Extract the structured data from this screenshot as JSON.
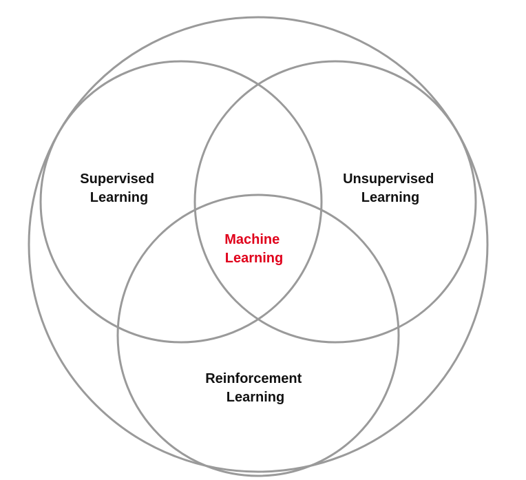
{
  "colors": {
    "ring_stroke": "#9a9a9a",
    "label_text": "#111111",
    "center_text": "#e0001b",
    "background": "#ffffff"
  },
  "labels": {
    "supervised": [
      "Supervised",
      "Learning"
    ],
    "unsupervised": [
      "Unsupervised",
      "Learning"
    ],
    "reinforcement": [
      "Reinforcement",
      "Learning"
    ],
    "center": [
      "Machine",
      "Learning"
    ]
  }
}
